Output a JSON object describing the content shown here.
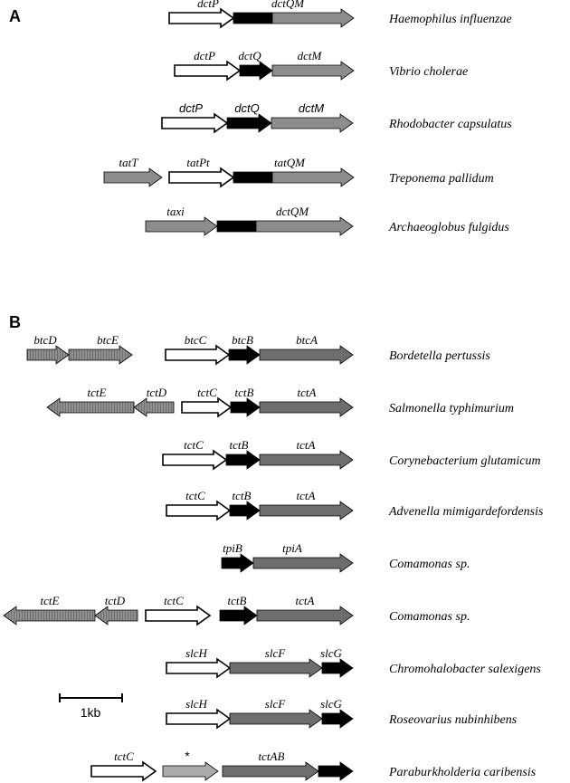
{
  "panels": [
    {
      "letter": "A",
      "rows": [
        {
          "species": "Haemophilus influenzae",
          "genes": [
            {
              "fill": "white",
              "label": "dctP"
            },
            {
              "fill": "black",
              "label": ""
            },
            {
              "fill": "gray",
              "label": "dctQM"
            }
          ]
        },
        {
          "species": "Vibrio cholerae",
          "genes": [
            {
              "fill": "white",
              "label": "dctP"
            },
            {
              "fill": "black",
              "label": "dctQ"
            },
            {
              "fill": "gray",
              "label": "dctM"
            }
          ]
        },
        {
          "species": "Rhodobacter capsulatus",
          "genes": [
            {
              "fill": "white",
              "label": "dctP",
              "sans": true
            },
            {
              "fill": "black",
              "label": "dctQ",
              "sans": true
            },
            {
              "fill": "gray",
              "label": "dctM",
              "sans": true
            }
          ]
        },
        {
          "species": "Treponema pallidum",
          "genes": [
            {
              "fill": "gray",
              "label": "tatT"
            },
            {
              "fill": "white",
              "label": "tatPt"
            },
            {
              "fill": "black",
              "label": ""
            },
            {
              "fill": "gray",
              "label": "tatQM"
            }
          ]
        },
        {
          "species": "Archaeoglobus fulgidus",
          "genes": [
            {
              "fill": "gray",
              "label": "taxi"
            },
            {
              "fill": "black",
              "label": ""
            },
            {
              "fill": "gray",
              "label": "dctQM"
            }
          ]
        }
      ]
    },
    {
      "letter": "B",
      "rows": [
        {
          "species": "Bordetella pertussis",
          "genes": [
            {
              "fill": "striped",
              "label": "btcD"
            },
            {
              "fill": "striped",
              "label": "btcE"
            },
            {
              "fill": "white",
              "label": "btcC"
            },
            {
              "fill": "black",
              "label": "btcB"
            },
            {
              "fill": "darkgray",
              "label": "btcA"
            }
          ]
        },
        {
          "species": "Salmonella typhimurium",
          "genes": [
            {
              "fill": "striped",
              "label": "tctE"
            },
            {
              "fill": "striped",
              "label": "tctD"
            },
            {
              "fill": "white",
              "label": "tctC"
            },
            {
              "fill": "black",
              "label": "tctB"
            },
            {
              "fill": "darkgray",
              "label": "tctA"
            }
          ]
        },
        {
          "species": "Corynebacterium glutamicum",
          "genes": [
            {
              "fill": "white",
              "label": "tctC"
            },
            {
              "fill": "black",
              "label": "tctB"
            },
            {
              "fill": "darkgray",
              "label": "tctA"
            }
          ]
        },
        {
          "species": "Advenella mimigardefordensis",
          "genes": [
            {
              "fill": "white",
              "label": "tctC"
            },
            {
              "fill": "black",
              "label": "tctB"
            },
            {
              "fill": "darkgray",
              "label": "tctA"
            }
          ]
        },
        {
          "species": "Comamonas sp.",
          "genes": [
            {
              "fill": "black",
              "label": "tpiB"
            },
            {
              "fill": "darkgray",
              "label": "tpiA"
            }
          ]
        },
        {
          "species": "Comamonas sp.",
          "genes": [
            {
              "fill": "striped",
              "label": "tctE"
            },
            {
              "fill": "striped",
              "label": "tctD"
            },
            {
              "fill": "white",
              "label": "tctC"
            },
            {
              "fill": "black",
              "label": "tctB"
            },
            {
              "fill": "darkgray",
              "label": "tctA"
            }
          ]
        },
        {
          "species": "Chromohalobacter salexigens",
          "genes": [
            {
              "fill": "white",
              "label": "slcH"
            },
            {
              "fill": "darkgray",
              "label": "slcF"
            },
            {
              "fill": "black",
              "label": "slcG"
            }
          ]
        },
        {
          "species": "Roseovarius nubinhibens",
          "genes": [
            {
              "fill": "white",
              "label": "slcH"
            },
            {
              "fill": "darkgray",
              "label": "slcF"
            },
            {
              "fill": "black",
              "label": "slcG"
            }
          ]
        },
        {
          "species": "Paraburkholderia caribensis",
          "genes": [
            {
              "fill": "white",
              "label": "tctC"
            },
            {
              "fill": "lightgray",
              "label": "*"
            },
            {
              "fill": "darkgray",
              "label": "tctAB"
            },
            {
              "fill": "black",
              "label": ""
            }
          ]
        }
      ]
    }
  ],
  "scale_bar": {
    "label": "1kb"
  },
  "colors": {
    "white": "#ffffff",
    "black": "#000000",
    "gray": "#8c8c8c",
    "darkgray": "#6e6e6e",
    "lightgray": "#aaaaaa",
    "striped": "#8a8a8a",
    "outline": "#000000"
  }
}
